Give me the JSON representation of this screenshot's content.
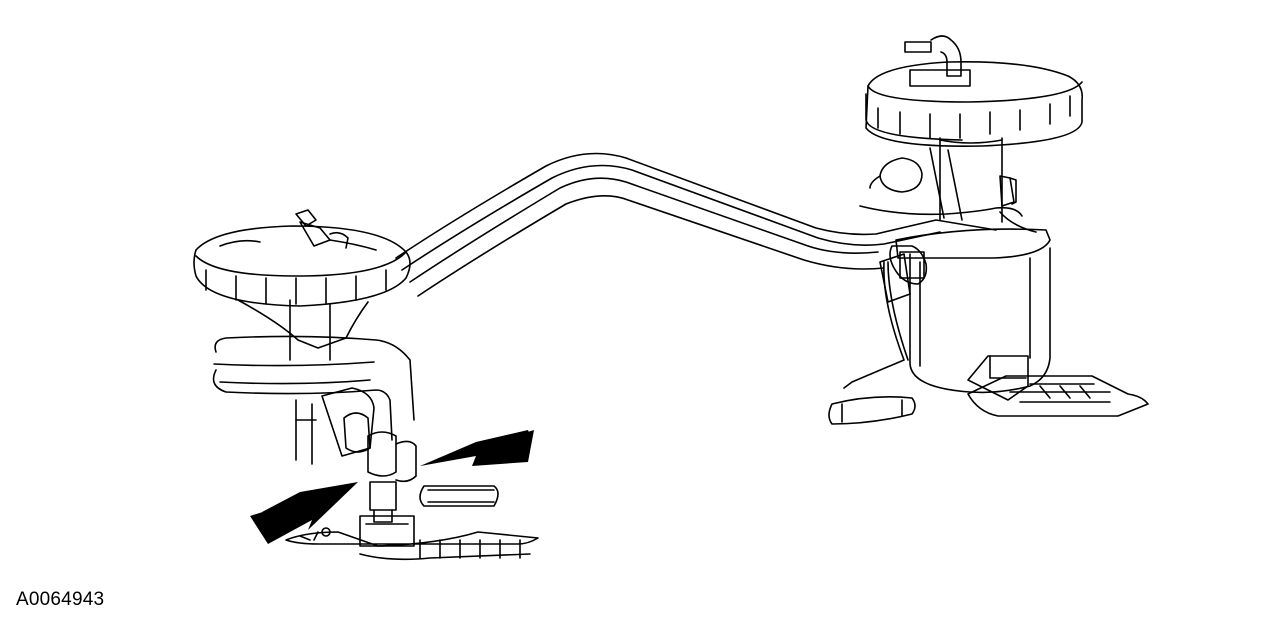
{
  "figure": {
    "id_label": "A0064943"
  },
  "colors": {
    "line": "#000000",
    "background": "#ffffff",
    "arrow_fill": "#000000"
  },
  "parts": [
    "left-fuel-pump-module",
    "right-fuel-sender-module",
    "connecting-fuel-lines",
    "jet-pump-connection",
    "fuel-level-float-left",
    "fuel-level-float-right",
    "fuel-filter-sock-left",
    "fuel-filter-sock-right"
  ],
  "callouts": {
    "arrow_count": 2
  }
}
